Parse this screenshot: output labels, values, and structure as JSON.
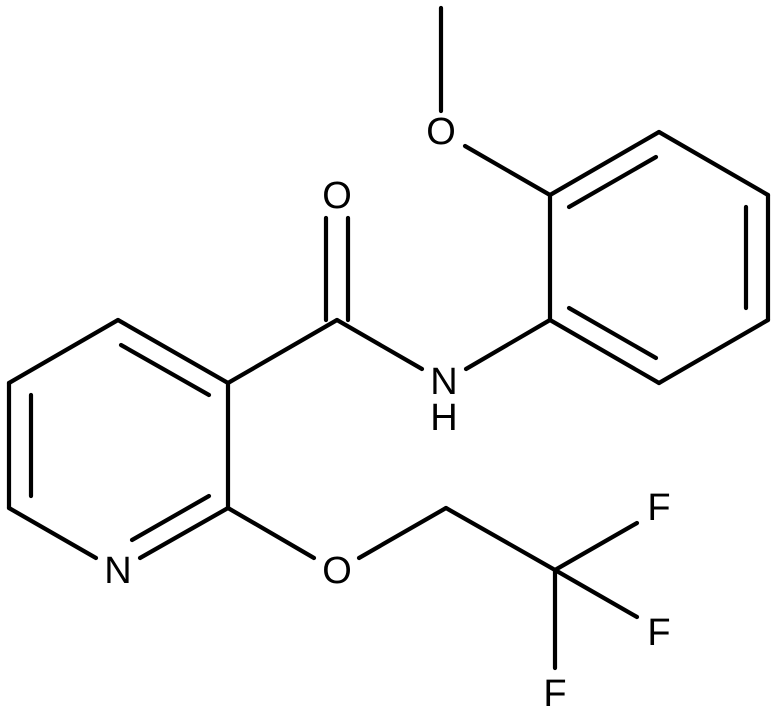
{
  "atoms": {
    "o_amide": "O",
    "n_amide": "N",
    "h_amide": "H",
    "o_methoxy": "O",
    "n_pyridine": "N",
    "o_ether": "O",
    "f1": "F",
    "f2": "F",
    "f3": "F"
  }
}
